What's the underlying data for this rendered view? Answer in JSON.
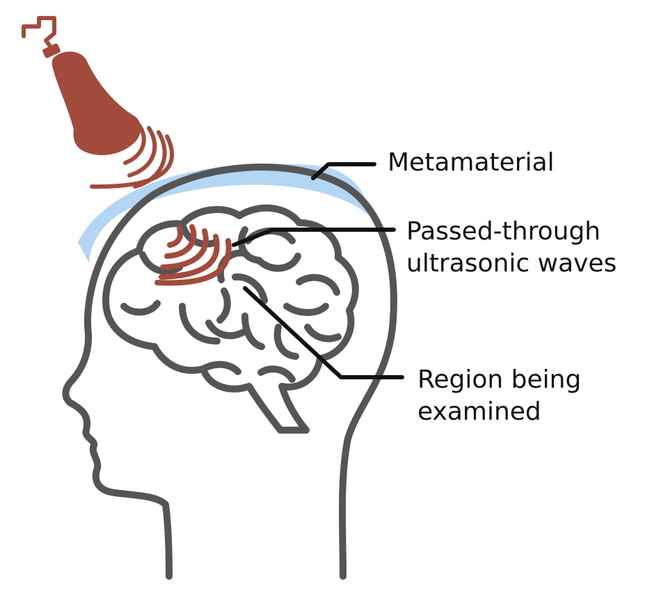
{
  "colors": {
    "outline": "#555555",
    "probe": "#a24a3b",
    "metamaterial": "#b3d6f4",
    "leader": "#111111"
  },
  "labels": {
    "metamaterial": "Metamaterial",
    "waves_line1": "Passed-through",
    "waves_line2": "ultrasonic waves",
    "region_line1": "Region being",
    "region_line2": "examined"
  }
}
